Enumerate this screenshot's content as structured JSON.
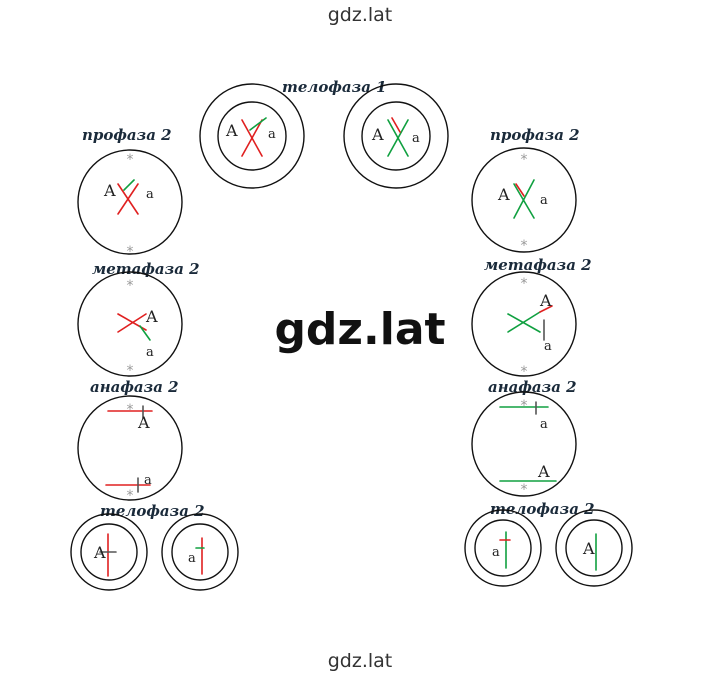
{
  "watermark": {
    "top": "gdz.lat",
    "center": "gdz.lat",
    "bottom": "gdz.lat"
  },
  "stages": {
    "telophase1": "телофаза 1",
    "prophase2": "профаза 2",
    "metaphase2": "метафаза 2",
    "anaphase2": "анафаза 2",
    "telophase2": "телофаза 2"
  },
  "alleles": {
    "dominant": "A",
    "recessive": "a"
  },
  "colors": {
    "red": "#e02020",
    "green": "#10a040",
    "centrosome": "#999999",
    "outline": "#111111"
  }
}
